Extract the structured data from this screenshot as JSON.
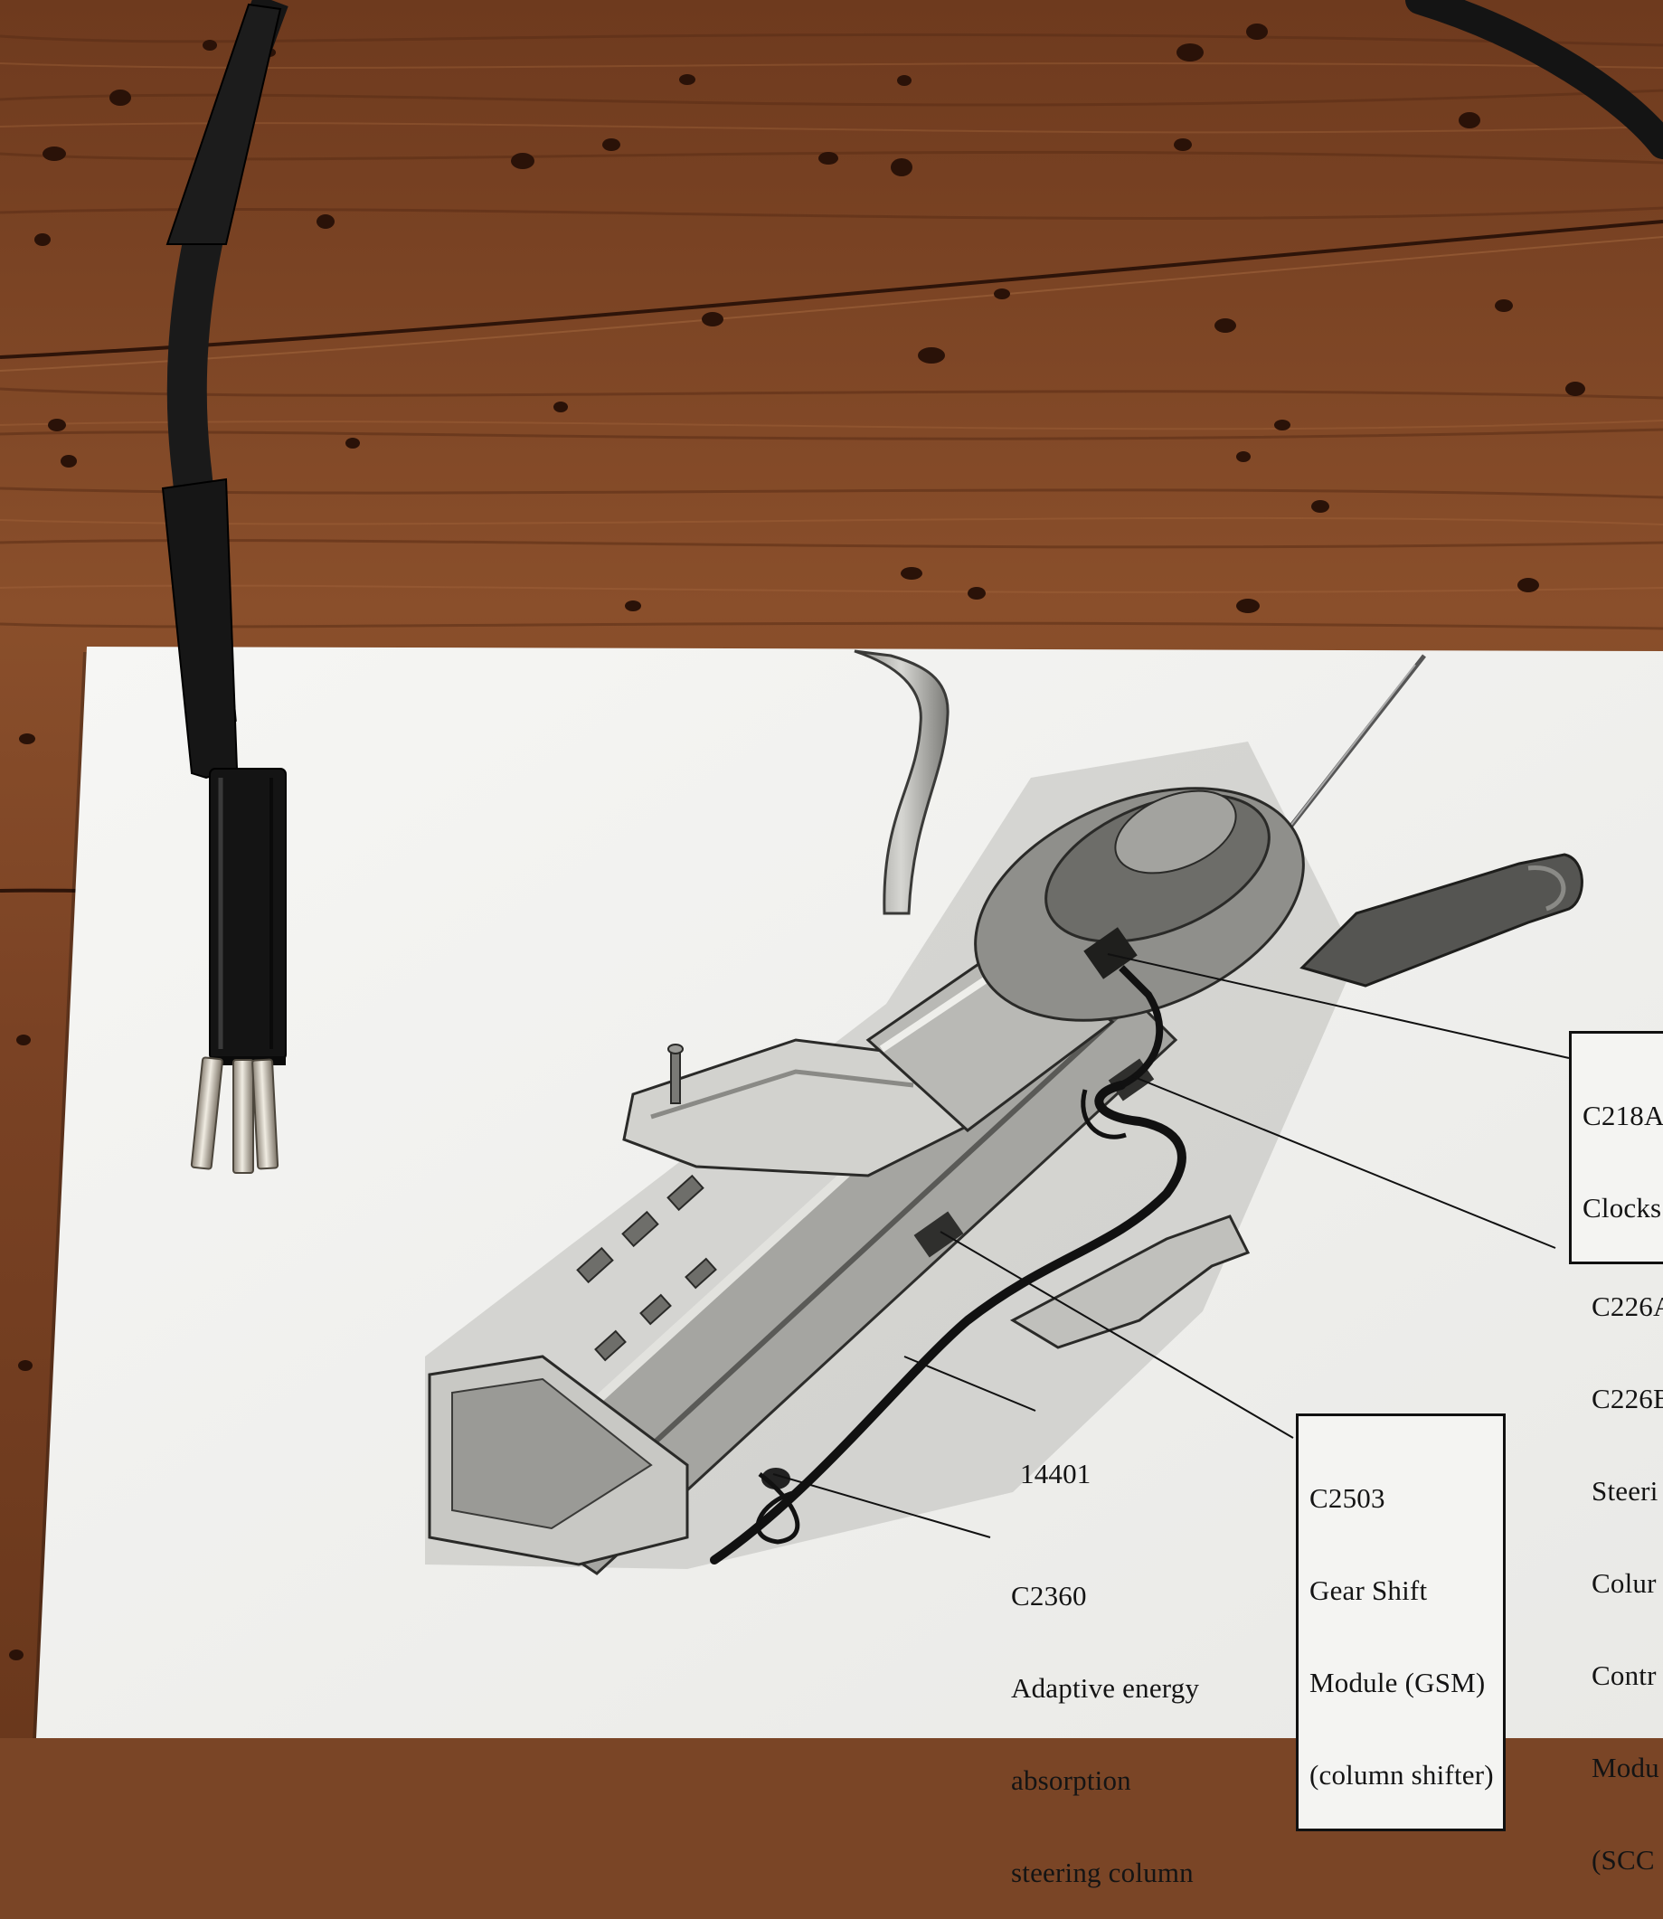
{
  "diagram": {
    "callouts": [
      {
        "id": "c218",
        "lines": [
          "C218A",
          "Clocks"
        ],
        "boxed": true
      },
      {
        "id": "c226",
        "lines": [
          "C226A",
          "C226B",
          "Steeri",
          "Colur",
          "Contr",
          "Modu",
          "(SCC"
        ],
        "boxed": false
      },
      {
        "id": "c2503",
        "lines": [
          "C2503",
          "Gear Shift",
          "Module (GSM)",
          "(column shifter)"
        ],
        "boxed": true
      },
      {
        "id": "c14401",
        "lines": [
          "14401"
        ],
        "boxed": false
      },
      {
        "id": "c2360",
        "lines": [
          "C2360",
          "Adaptive energy",
          "absorption",
          "steering column"
        ],
        "boxed": false
      }
    ]
  },
  "colors": {
    "wood_base": "#7a4526",
    "wood_dark": "#4a2412",
    "paper": "#f1f1ef",
    "cable": "#1a1a1a",
    "pin_metal": "#c9c4b8"
  }
}
